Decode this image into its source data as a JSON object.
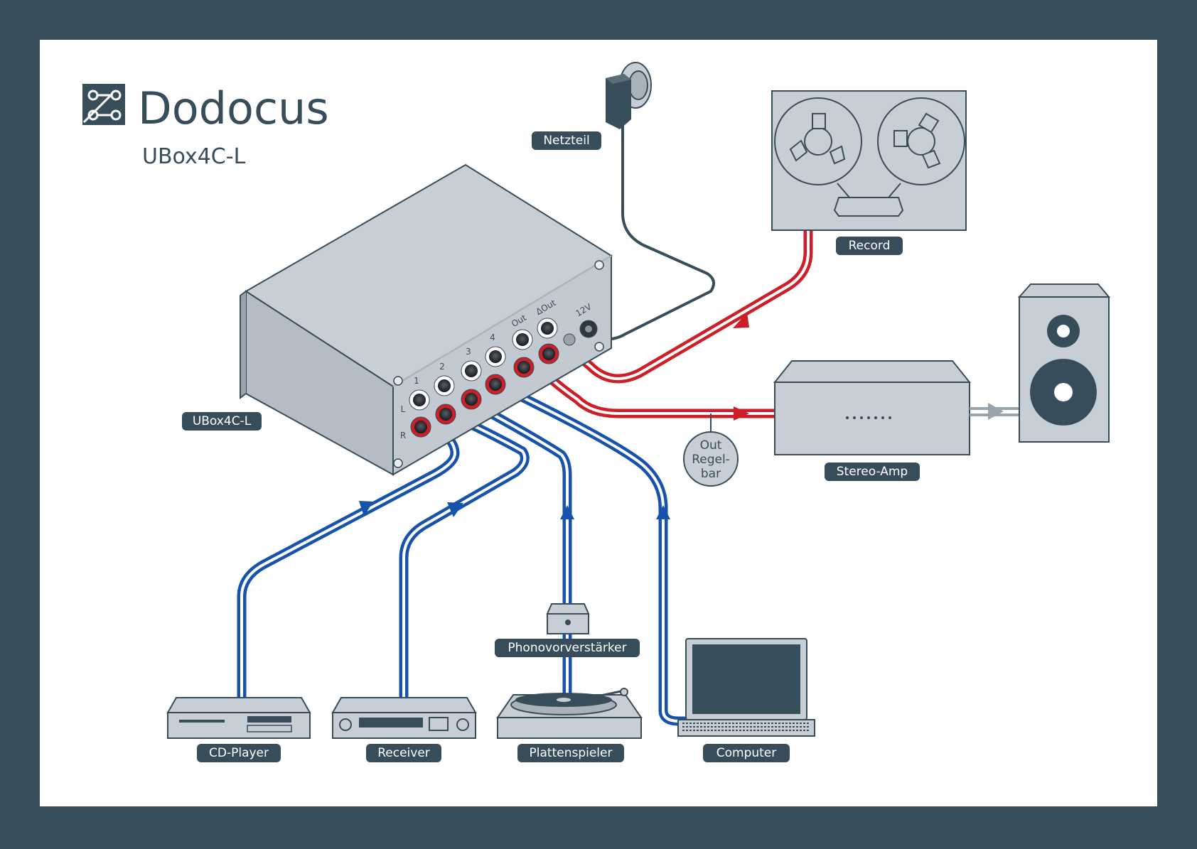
{
  "brand": {
    "name": "Dodocus",
    "model": "UBox4C-L",
    "icon": "dodocus-logo-icon"
  },
  "colors": {
    "frame": "#384d5a",
    "panel": "#ffffff",
    "device_fill": "#c8ced6",
    "device_stroke": "#384d5a",
    "cable_in": "#1753a8",
    "cable_out": "#cc1f28",
    "cable_power": "#384d5a",
    "speaker_link": "#9aa4ad"
  },
  "labels": {
    "netzteil": "Netzteil",
    "record": "Record",
    "ubox": "UBox4C-L",
    "stereo_amp": "Stereo-Amp",
    "out_regelbar_line1": "Out",
    "out_regelbar_line2": "Regel-",
    "out_regelbar_line3": "bar",
    "phono": "Phonovorverstärker",
    "cd_player": "CD-Player",
    "receiver": "Receiver",
    "plattenspieler": "Plattenspieler",
    "computer": "Computer"
  },
  "panel_marks": {
    "input_1": "1",
    "input_2": "2",
    "input_3": "3",
    "input_4": "4",
    "out": "Out",
    "delta_out": "ΔOut",
    "power_12v": "12V",
    "left": "L",
    "right": "R"
  }
}
